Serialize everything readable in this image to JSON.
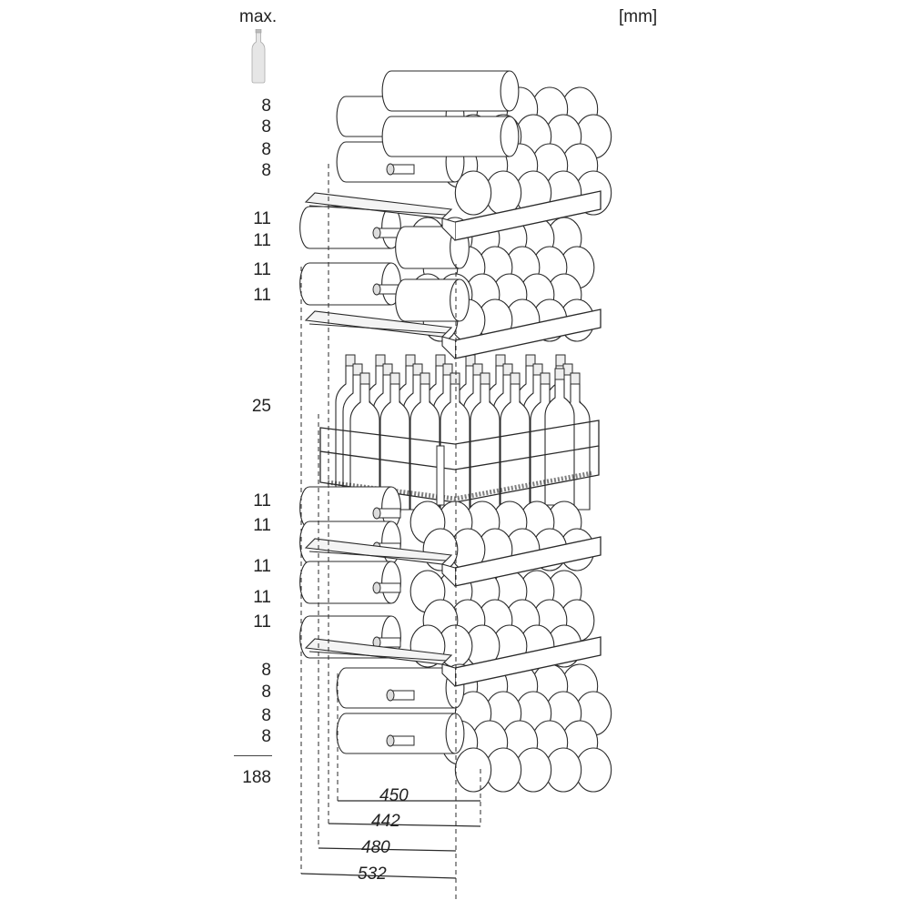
{
  "header": {
    "max_label": "max.",
    "unit_label": "[mm]",
    "bottle_icon": "wine-bottle-icon"
  },
  "capacity_column": {
    "values": [
      "8",
      "8",
      "8",
      "8",
      "11",
      "11",
      "11",
      "11",
      "25",
      "11",
      "11",
      "11",
      "11",
      "11",
      "8",
      "8",
      "8",
      "8"
    ],
    "total": "188"
  },
  "dimensions": [
    "450",
    "442",
    "480",
    "532"
  ],
  "colors": {
    "line": "#2a2a2a",
    "bottle_fill": "#ffffff",
    "shelf_front": "#ffffff"
  }
}
